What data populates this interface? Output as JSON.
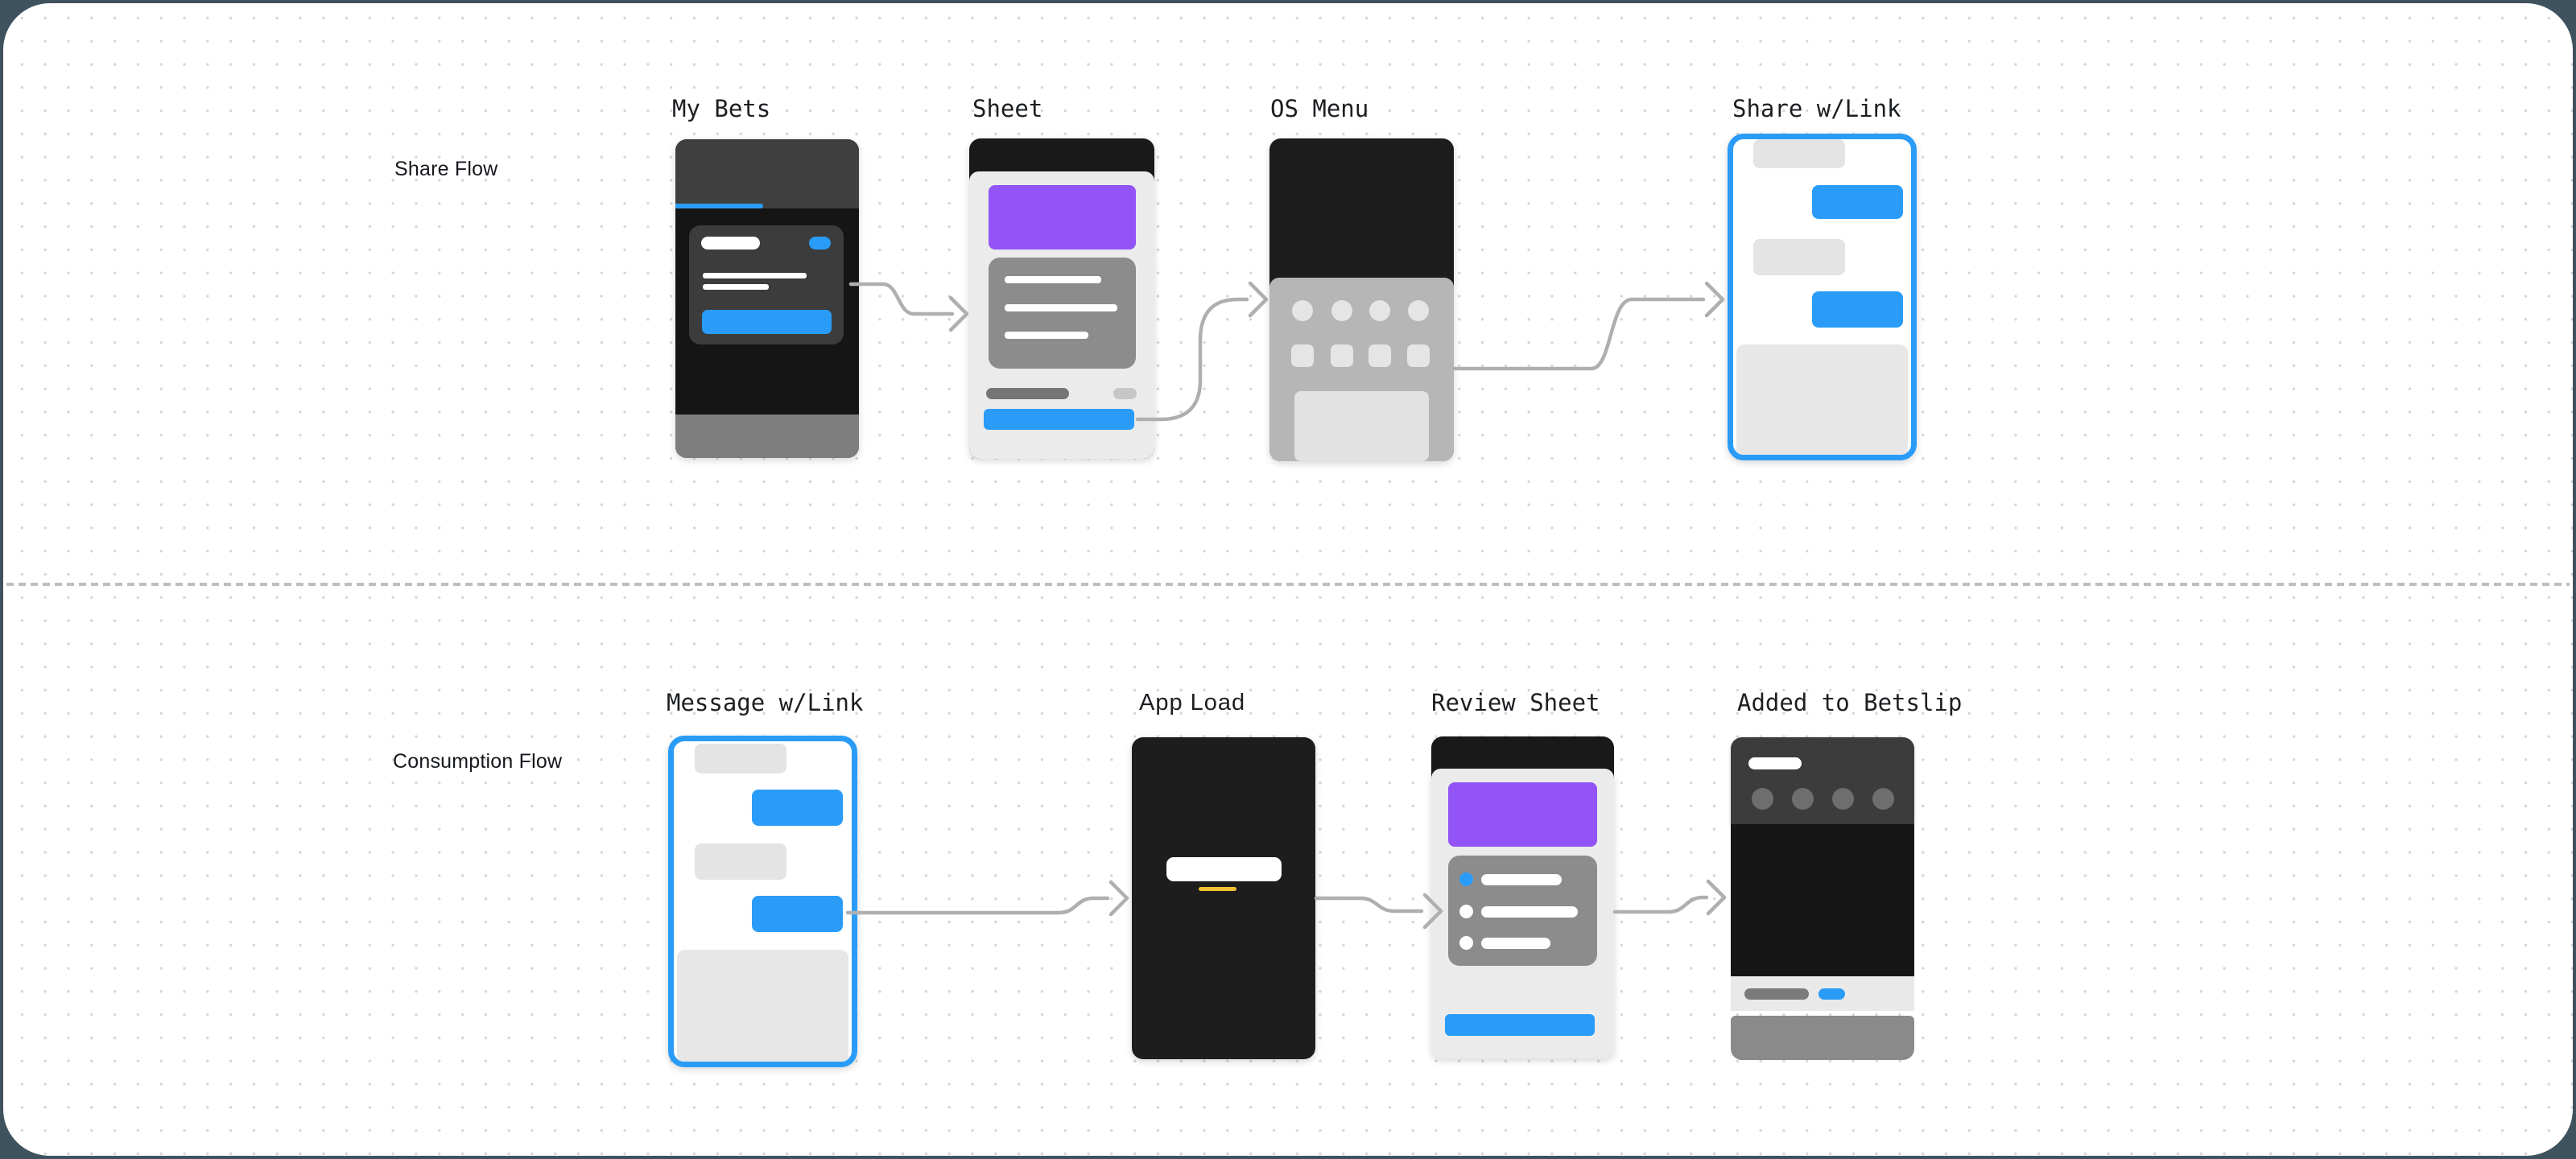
{
  "canvas": {
    "background_color": "#3E535D",
    "surface_color": "#FFFFFF",
    "divider_style": "dashed"
  },
  "colors": {
    "accent_blue": "#2A9CF8",
    "accent_purple": "#9254F6",
    "accent_yellow": "#F2C233",
    "arrow_gray": "#AFAFAF"
  },
  "flows": [
    {
      "label": "Share Flow",
      "steps": [
        "My Bets",
        "Sheet",
        "OS Menu",
        "Share w/Link"
      ]
    },
    {
      "label": "Consumption Flow",
      "steps": [
        "Message w/Link",
        "App Load",
        "Review Sheet",
        "Added to Betslip"
      ]
    }
  ]
}
